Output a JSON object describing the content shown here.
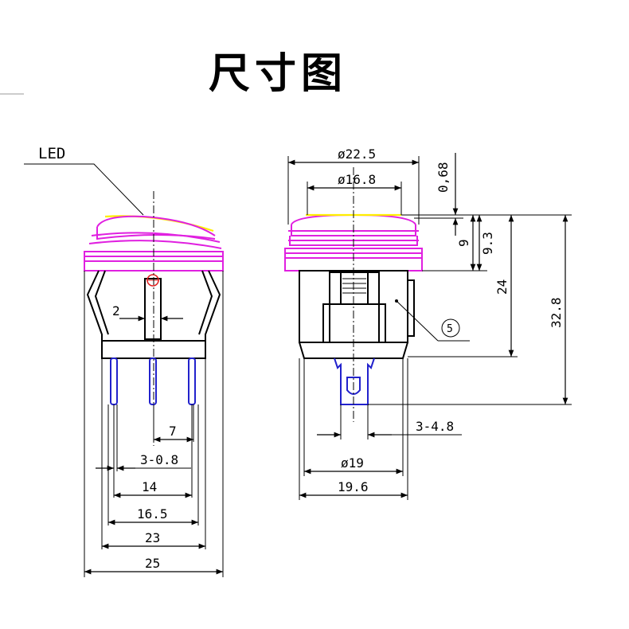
{
  "title": "尺寸图",
  "callouts": {
    "led": "LED",
    "part_5": "5"
  },
  "left_view": {
    "dims": {
      "d2": "2",
      "d7": "7",
      "d3_08": "3-0.8",
      "d14": "14",
      "d16_5": "16.5",
      "d23": "23",
      "d25": "25"
    }
  },
  "right_view": {
    "dims": {
      "dia22_5": "ø22.5",
      "dia16_8": "ø16.8",
      "d0_68": "0,68",
      "d9": "9",
      "d9_3": "9.3",
      "d24": "24",
      "d32_8": "32.8",
      "d3_48": "3-4.8",
      "dia19": "ø19",
      "d19_6": "19.6"
    }
  },
  "colors": {
    "lens_outline": "#e020e0",
    "led_lens": "#ffee00",
    "terminals": "#2222cc",
    "lines": "#000000"
  }
}
